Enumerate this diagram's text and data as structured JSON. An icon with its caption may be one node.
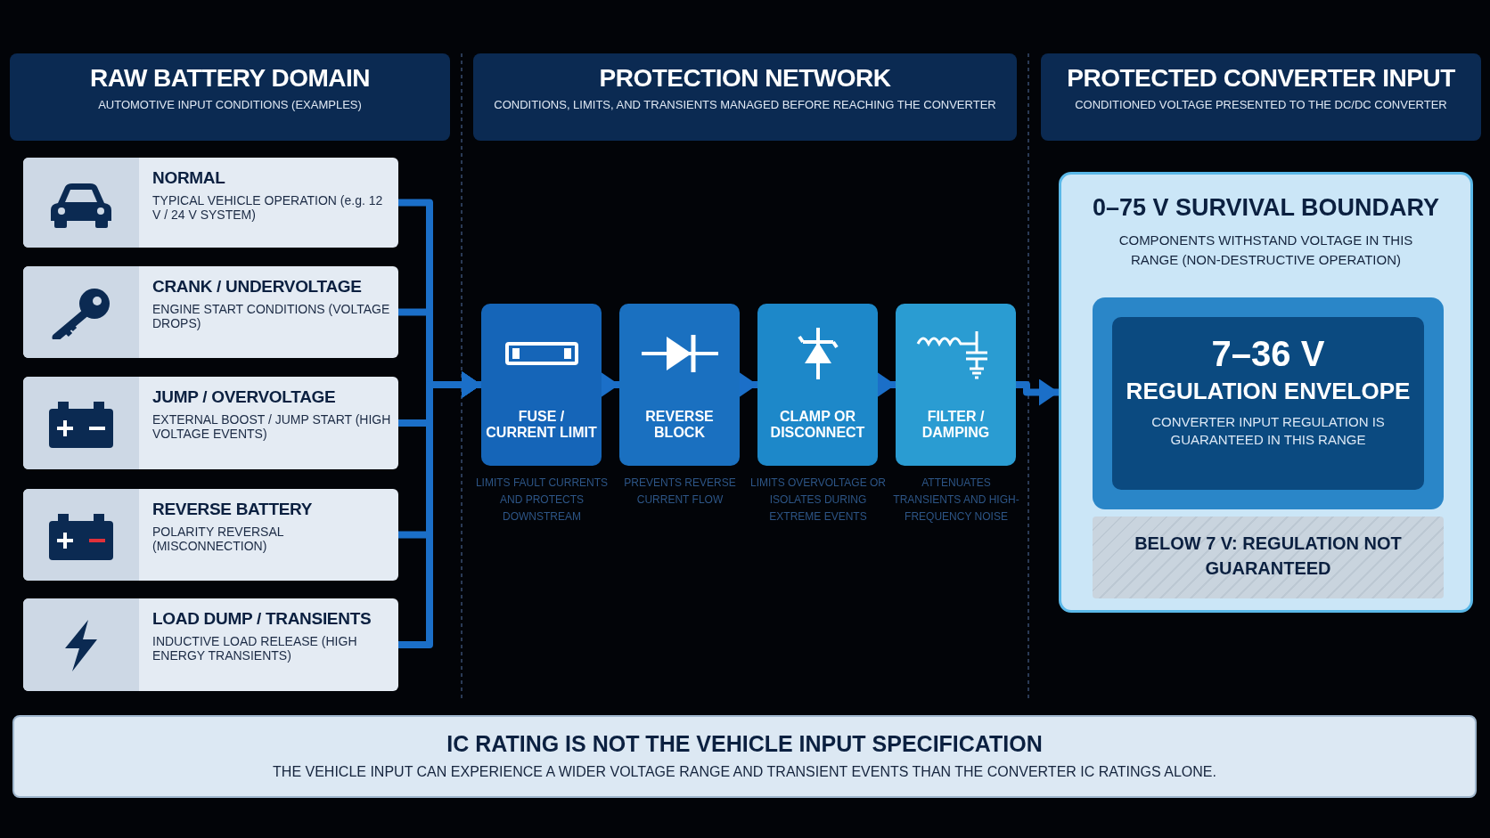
{
  "diagram": {
    "nodes": [
      {
        "text": [
          "RAW BATTERY DOMAIN",
          "AUTOMOTIVE INPUT CONDITIONS (EXAMPLES)"
        ]
      },
      {
        "text": [
          "PROTECTION NETWORK",
          "CONDITIONS, LIMITS, AND TRANSIENTS MANAGED BEFORE REACHING THE CONVERTER"
        ]
      },
      {
        "text": [
          "PROTECTED CONVERTER INPUT",
          "CONDITIONED VOLTAGE PRESENTED TO THE DC/DC CONVERTER"
        ]
      },
      {
        "text": [
          "NORMAL",
          "TYPICAL VEHICLE OPERATION (e.g. 12 V / 24 V SYSTEM)"
        ]
      },
      {
        "text": [
          "CRANK / UNDERVOLTAGE",
          "ENGINE START CONDITIONS (VOLTAGE DROPS)"
        ]
      },
      {
        "text": [
          "JUMP / OVERVOLTAGE",
          "EXTERNAL BOOST / JUMP START (HIGH VOLTAGE EVENTS)"
        ]
      },
      {
        "text": [
          "REVERSE BATTERY",
          "POLARITY REVERSAL (MISCONNECTION)"
        ]
      },
      {
        "text": [
          "LOAD DUMP / TRANSIENTS",
          "INDUCTIVE LOAD RELEASE (HIGH ENERGY TRANSIENTS)"
        ]
      },
      {
        "text": [
          "FUSE / CURRENT LIMIT"
        ],
        "beside": [
          "LIMITS FAULT CURRENTS AND PROTECTS DOWNSTREAM"
        ]
      },
      {
        "text": [
          "REVERSE BLOCK"
        ],
        "beside": [
          "PREVENTS REVERSE CURRENT FLOW"
        ]
      },
      {
        "text": [
          "CLAMP OR DISCONNECT"
        ],
        "beside": [
          "LIMITS OVERVOLTAGE OR ISOLATES DURING EXTREME EVENTS"
        ]
      },
      {
        "text": [
          "FILTER / DAMPING"
        ],
        "beside": [
          "ATTENUATES TRANSIENTS AND HIGH-FREQUENCY NOISE"
        ]
      },
      {
        "text": [
          "0–75 V SURVIVAL BOUNDARY",
          "COMPONENTS WITHSTAND VOLTAGE IN THIS RANGE (NON-DESTRUCTIVE OPERATION)"
        ]
      },
      {
        "text": [
          "7–36 V",
          "REGULATION ENVELOPE",
          "CONVERTER INPUT REGULATION IS GUARANTEED IN THIS RANGE"
        ],
        "in": 12
      },
      {
        "text": [
          "BELOW 7 V: REGULATION NOT GUARANTEED"
        ],
        "in": 12
      },
      {
        "text": [
          "IC RATING IS NOT THE VEHICLE INPUT SPECIFICATION",
          "THE VEHICLE INPUT CAN EXPERIENCE A WIDER VOLTAGE RANGE AND TRANSIENT EVENTS THAN THE CONVERTER IC RATINGS ALONE."
        ]
      }
    ],
    "edges": [
      {
        "from": 3,
        "to": 8,
        "arrow": "to"
      },
      {
        "from": 4,
        "to": 8,
        "arrow": "to"
      },
      {
        "from": 5,
        "to": 8,
        "arrow": "to"
      },
      {
        "from": 6,
        "to": 8,
        "arrow": "to"
      },
      {
        "from": 7,
        "to": 8,
        "arrow": "to"
      },
      {
        "from": 8,
        "to": 9,
        "arrow": "to"
      },
      {
        "from": 9,
        "to": 10,
        "arrow": "to"
      },
      {
        "from": 10,
        "to": 11,
        "arrow": "to"
      },
      {
        "from": 11,
        "to": 12,
        "arrow": "to"
      }
    ]
  }
}
